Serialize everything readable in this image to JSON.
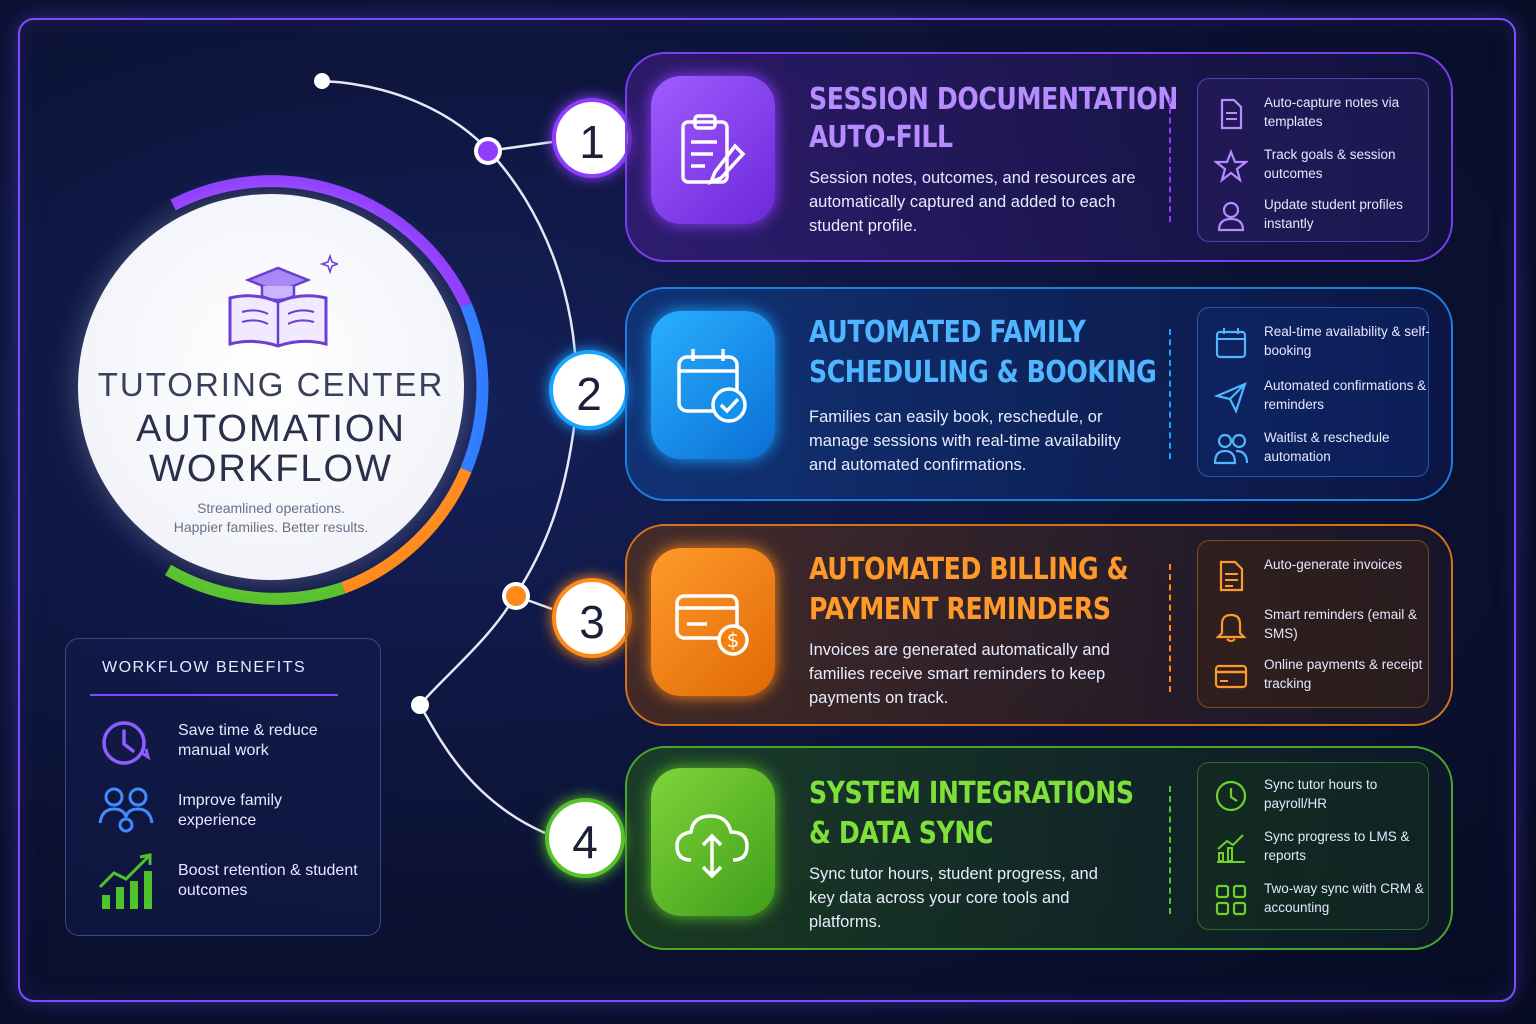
{
  "hero": {
    "title_line1": "TUTORING CENTER",
    "title_line2": "AUTOMATION",
    "title_line3": "WORKFLOW",
    "subtitle_line1": "Streamlined operations.",
    "subtitle_line2": "Happier families. Better results.",
    "icon": "graduation-book-icon"
  },
  "benefits": {
    "heading": "WORKFLOW BENEFITS",
    "items": [
      {
        "icon": "clock-icon",
        "text": "Save time & reduce manual work"
      },
      {
        "icon": "family-icon",
        "text": "Improve family experience"
      },
      {
        "icon": "growth-chart-icon",
        "text": "Boost retention & student outcomes"
      }
    ]
  },
  "steps": [
    {
      "number": "1",
      "color": "#9b4dff",
      "title_line1": "SESSION DOCUMENTATION",
      "title_line2": "AUTO-FILL",
      "description": "Session notes, outcomes, and resources are automatically captured and added to each student profile.",
      "icon": "clipboard-edit-icon",
      "features": [
        {
          "icon": "document-icon",
          "text": "Auto-capture notes via templates"
        },
        {
          "icon": "star-icon",
          "text": "Track goals & session outcomes"
        },
        {
          "icon": "user-icon",
          "text": "Update student profiles instantly"
        }
      ]
    },
    {
      "number": "2",
      "color": "#1aa3ff",
      "title_line1": "AUTOMATED FAMILY",
      "title_line2": "SCHEDULING & BOOKING",
      "description": "Families can easily book, reschedule, or manage sessions with real-time availability and automated confirmations.",
      "icon": "calendar-check-icon",
      "features": [
        {
          "icon": "calendar-icon",
          "text": "Real-time availability & self-booking"
        },
        {
          "icon": "send-icon",
          "text": "Automated confirmations & reminders"
        },
        {
          "icon": "group-icon",
          "text": "Waitlist & reschedule automation"
        }
      ]
    },
    {
      "number": "3",
      "color": "#ff8a1a",
      "title_line1": "AUTOMATED BILLING &",
      "title_line2": "PAYMENT REMINDERS",
      "description": "Invoices are generated automatically and families receive smart reminders to keep payments on track.",
      "icon": "credit-card-dollar-icon",
      "features": [
        {
          "icon": "invoice-icon",
          "text": "Auto-generate invoices"
        },
        {
          "icon": "bell-icon",
          "text": "Smart reminders (email & SMS)"
        },
        {
          "icon": "card-icon",
          "text": "Online payments & receipt tracking"
        }
      ]
    },
    {
      "number": "4",
      "color": "#6fd12a",
      "title_line1": "SYSTEM INTEGRATIONS",
      "title_line2": "& DATA SYNC",
      "description": "Sync tutor hours, student progress, and key data across your core tools and platforms.",
      "icon": "cloud-sync-icon",
      "features": [
        {
          "icon": "clock-icon",
          "text": "Sync tutor hours to payroll/HR"
        },
        {
          "icon": "chart-icon",
          "text": "Sync progress to LMS & reports"
        },
        {
          "icon": "grid-icon",
          "text": "Two-way sync with CRM & accounting"
        }
      ]
    }
  ]
}
